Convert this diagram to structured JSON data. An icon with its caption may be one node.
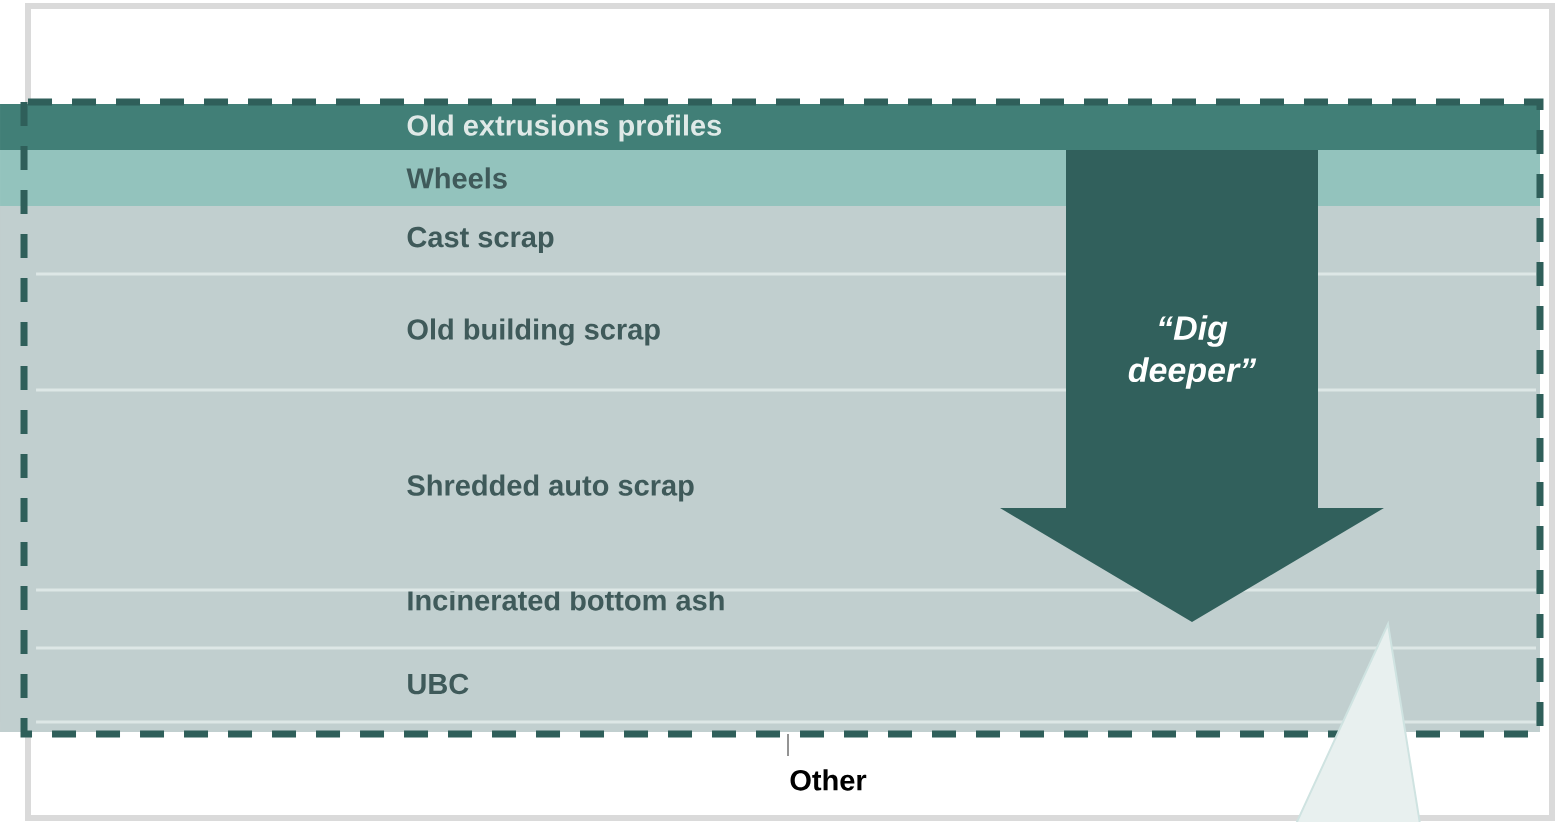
{
  "diagram": {
    "nodes": [
      {
        "text": [
          "Old extrusions profiles"
        ]
      },
      {
        "text": [
          "Wheels"
        ]
      },
      {
        "text": [
          "Cast scrap"
        ]
      },
      {
        "text": [
          "Old building scrap"
        ]
      },
      {
        "text": [
          "Shredded auto scrap"
        ]
      },
      {
        "text": [
          "Incinerated bottom ash"
        ]
      },
      {
        "text": [
          "UBC"
        ]
      },
      {
        "text": [
          "“Dig deeper”"
        ]
      }
    ],
    "labels": [
      "Other"
    ]
  }
}
